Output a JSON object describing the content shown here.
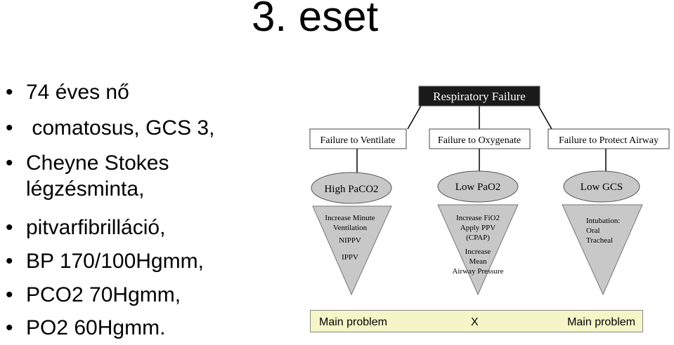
{
  "slide": {
    "title": "3. eset",
    "bullets": [
      {
        "symbol": "•",
        "text": "74 éves nő"
      },
      {
        "symbol": "•",
        "text": " comatosus, GCS 3,"
      },
      {
        "symbol": "•",
        "text": "Cheyne Stokes",
        "continuation": "légzésminta,"
      },
      {
        "symbol": "•",
        "text": "pitvarfibrilláció,"
      },
      {
        "symbol": "•",
        "text": "BP 170/100Hgmm,"
      },
      {
        "symbol": "•",
        "text": "PCO2 70Hgmm,"
      },
      {
        "symbol": "•",
        "text": "PO2 60Hgmm."
      }
    ]
  },
  "diagram": {
    "root": "Respiratory Failure",
    "branches": [
      {
        "category": "Failure to Ventilate",
        "finding": "High PaCO2",
        "treatment": [
          "Increase Minute",
          "Ventilation",
          "NIPPV",
          "",
          "IPPV"
        ]
      },
      {
        "category": "Failure to Oxygenate",
        "finding": "Low PaO2",
        "treatment": [
          "Increase FiO2",
          "Apply PPV",
          "(CPAP)",
          "Increase",
          "Mean",
          "Airway Pressure"
        ]
      },
      {
        "category": "Failure to Protect Airway",
        "finding": "Low GCS",
        "treatment": [
          "Intubation:",
          "Oral",
          "Tracheal"
        ]
      }
    ],
    "colors": {
      "root_bg": "#1a1a1a",
      "root_text": "#ffffff",
      "shape_fill": "#c8c8c8",
      "bar_fill": "#f5f5c8"
    }
  },
  "problem_bar": {
    "left": "Main problem",
    "middle": "X",
    "right": "Main problem"
  }
}
